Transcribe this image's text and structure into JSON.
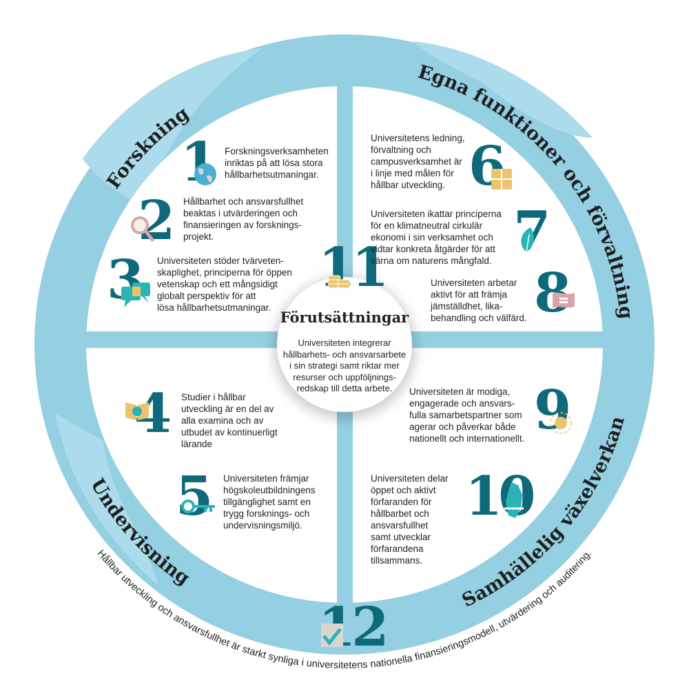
{
  "colors": {
    "ring": "#95cfe2",
    "ring_light": "#acdbeb",
    "teal": "#0e6a7a",
    "white": "#ffffff"
  },
  "sections": {
    "research": "Forskning",
    "operations": "Egna funktioner och förvaltning",
    "teaching": "Undervisning",
    "society": "Samhällelig växelverkan"
  },
  "footer": "Hållbar utveckling och ansvarsfullhet är starkt synliga i universitetens nationella finansieringsmodell, utvärdering och auditering.",
  "center": {
    "number": "11",
    "title": "Förutsättningar",
    "text": "Universiteten integrerar\nhållbarhets- och ansvarsarbete\ni sin strategi samt riktar mer\nresurser och uppföljnings-\nredskap till detta arbete."
  },
  "items": [
    {
      "number": "1",
      "icon": "globe-icon",
      "text": "Forskningsverksamheten\ninriktas på att lösa stora\nhållbarhetsutmaningar."
    },
    {
      "number": "2",
      "icon": "magnifier-icon",
      "text": "Hållbarhet och ansvarsfullhet\nbeaktas i utvärderingen och\nfinansieringen av forsknings-\nprojekt."
    },
    {
      "number": "3",
      "icon": "speech-bubbles-icon",
      "text": "Universiteten stöder tvärveten-\nskaplighet, principerna för öppen\nvetenskap och ett mångsidigt\nglobalt perspektiv för att\nlösa hållbarhetsutmaningar."
    },
    {
      "number": "4",
      "icon": "book-icon",
      "text": "Studier i hållbar\nutveckling är en del av\nalla examina och av\nutbudet av kontinuerligt\nlärande"
    },
    {
      "number": "5",
      "icon": "key-icon",
      "text": "Universiteten främjar\nhögskoleutbildningens\ntillgänglighet samt en\ntrygg forsknings- och\nundervisningsmiljö."
    },
    {
      "number": "6",
      "icon": "puzzle-icon",
      "text": "Universitetens ledning,\nförvaltning och\ncampusverksamhet är\ni linje med målen för\nhållbar utveckling."
    },
    {
      "number": "7",
      "icon": "leaf-icon",
      "text": "Universiteten ikattar principerna\nför en klimatneutral cirkulär\nekonomi i sin verksamhet och\nvidtar konkreta åtgärder för att\nvärna om naturens mångfald."
    },
    {
      "number": "8",
      "icon": "equality-flag-icon",
      "text": "Universiteten arbetar\naktivt för att främja\njämställdhet, lika-\nbehandling och välfärd."
    },
    {
      "number": "9",
      "icon": "network-globe-icon",
      "text": "Universiteten är modiga,\nengagerade och ansvars-\nfulla samarbetspartner som\nagerar och påverkar både\nnationellt och internationellt."
    },
    {
      "number": "10",
      "icon": "finland-handshake-icon",
      "text": "Universiteten delar\nöppet och aktivt\nförfaranden för\nhållbarbet och\nansvarsfullhet\nsamt utvecklar\nförfarandena\ntillsammans."
    }
  ],
  "bottom": {
    "number": "12",
    "icon": "checkbox-icon"
  }
}
